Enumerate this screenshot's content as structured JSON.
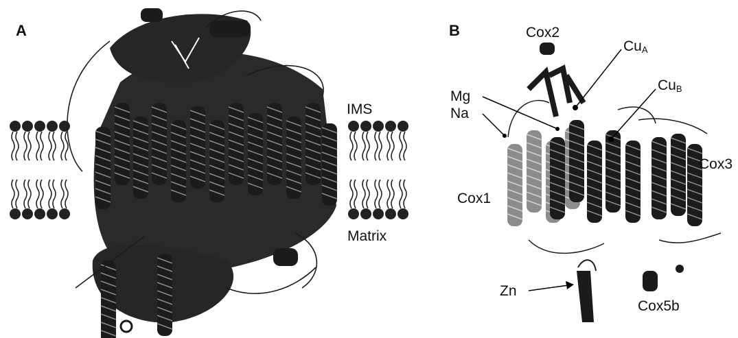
{
  "panels": {
    "a": {
      "letter": "A",
      "labels": {
        "ims": "IMS",
        "matrix": "Matrix"
      }
    },
    "b": {
      "letter": "B",
      "labels": {
        "cox2": "Cox2",
        "cua_main": "Cu",
        "cua_sub": "A",
        "cub_main": "Cu",
        "cub_sub": "B",
        "mg": "Mg",
        "na": "Na",
        "cox3": "Cox3",
        "cox1": "Cox1",
        "zn": "Zn",
        "cox5b": "Cox5b"
      }
    }
  },
  "colors": {
    "protein": "#1b1b1b",
    "protein_light": "#6a6a6a",
    "membrane": "#202020",
    "background": "#ffffff"
  }
}
